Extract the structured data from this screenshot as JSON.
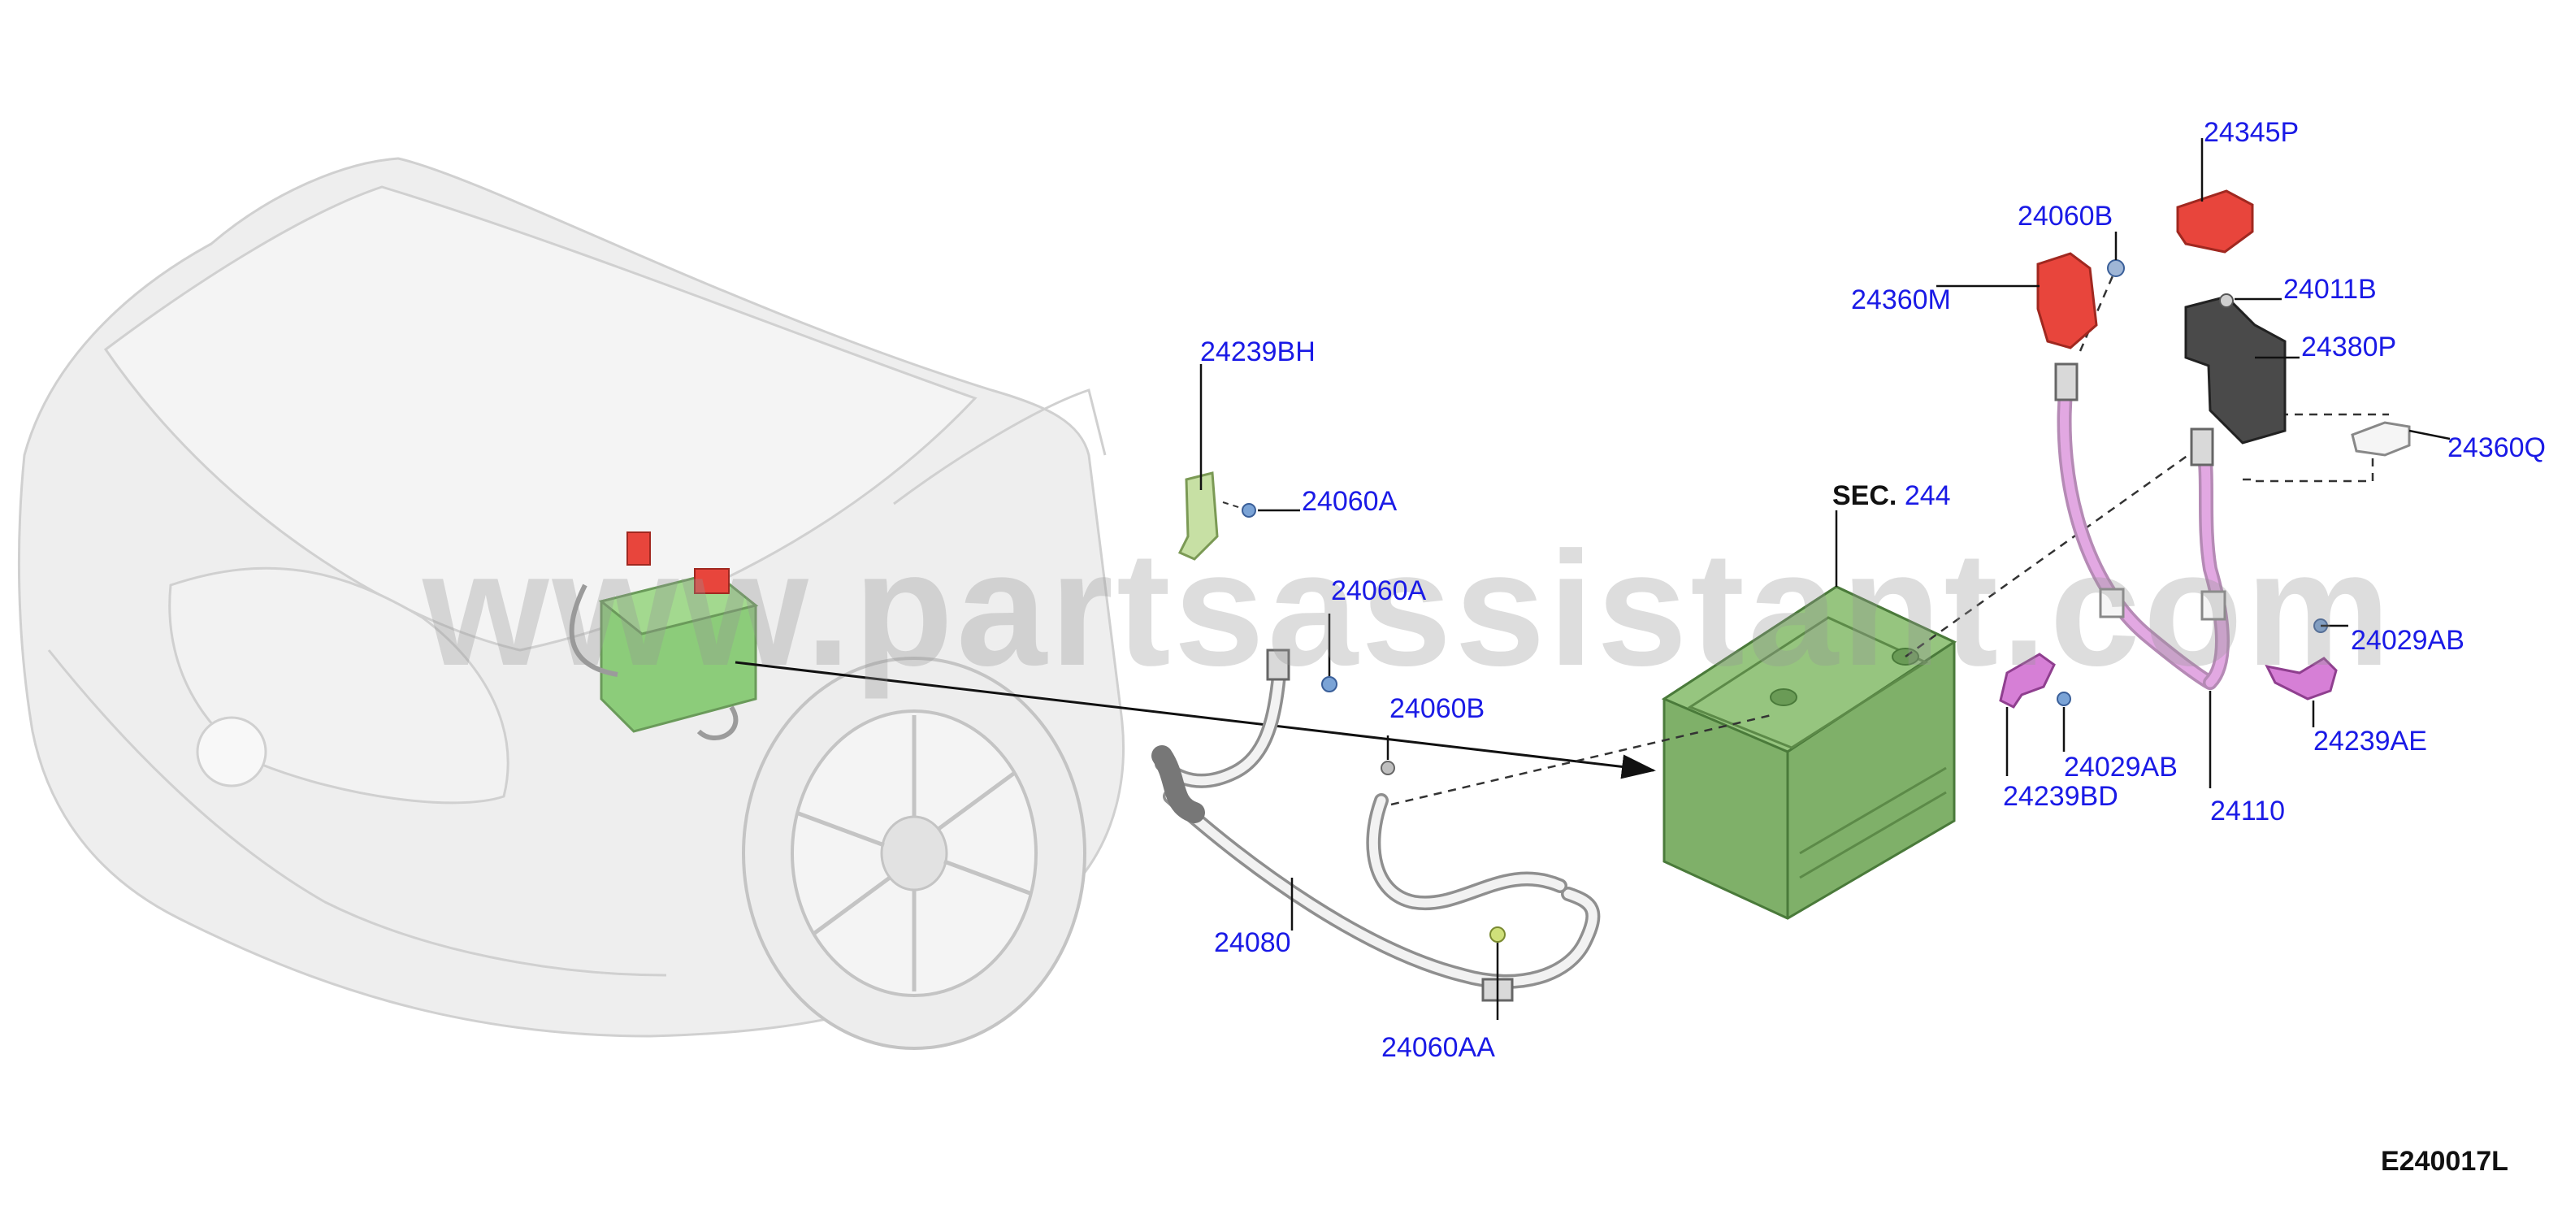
{
  "watermark": "www.partsassistant.com",
  "figure_code": "E240017L",
  "section_ref": {
    "prefix": "SEC.",
    "number": "244"
  },
  "callouts": {
    "c24239BH": "24239BH",
    "c24060A_1": "24060A",
    "c24060A_2": "24060A",
    "c24060B_1": "24060B",
    "c24080": "24080",
    "c24060AA": "24060AA",
    "c24060B_2": "24060B",
    "c24360M": "24360M",
    "c24345P": "24345P",
    "c24011B": "24011B",
    "c24380P": "24380P",
    "c24360Q": "24360Q",
    "c24029AB_1": "24029AB",
    "c24239AE": "24239AE",
    "c24029AB_2": "24029AB",
    "c24239BD": "24239BD",
    "c24110": "24110"
  },
  "colors": {
    "callout_text": "#1a1ae6",
    "battery_green": "#7fb069",
    "terminal_cover_red": "#e8453c",
    "bracket_pink": "#d67fd6",
    "cable_pink": "#e2a8e2",
    "fuse_block_dark": "#4a4a4a",
    "vehicle_ghost": "#e6e6e6"
  }
}
